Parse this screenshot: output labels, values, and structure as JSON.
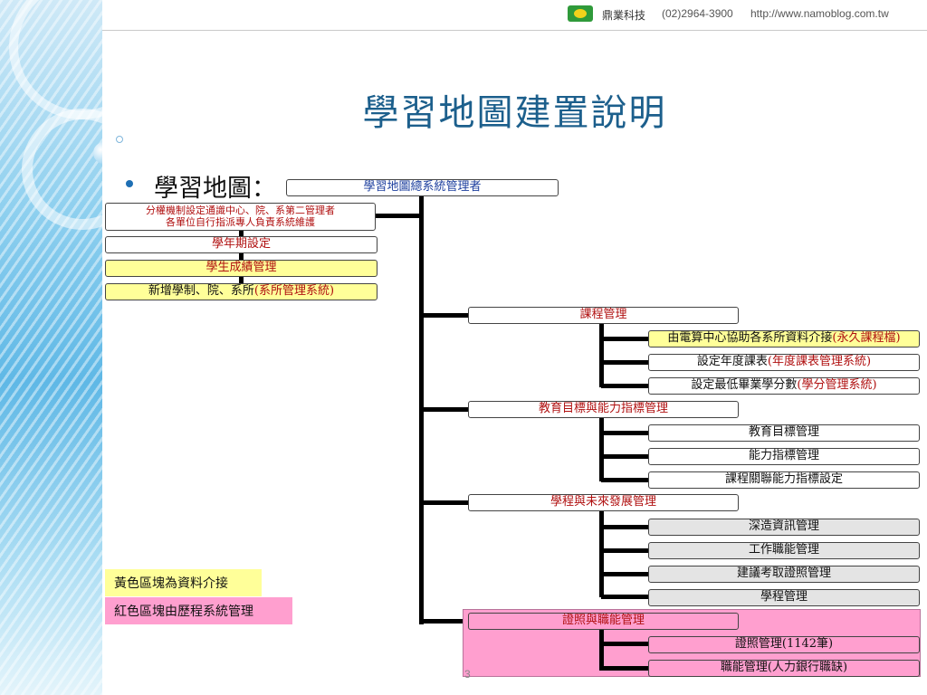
{
  "header": {
    "company": "鼎業科技",
    "phone": "(02)2964-3900",
    "url": "http://www.namoblog.com.tw"
  },
  "slide": {
    "title": "學習地圖建置說明",
    "bullet": "學習地圖："
  },
  "org": {
    "top": "學習地圖總系統管理者",
    "left": [
      {
        "line1": "分權機制設定通識中心、院、系第二管理者",
        "line2": "各單位自行指派專人負責系統維護"
      },
      {
        "label": "學年期設定"
      },
      {
        "label": "學生成績管理"
      },
      {
        "prefix": "新增學制、院、系所",
        "suffix": "(系所管理系統)"
      }
    ],
    "branches": [
      {
        "label": "課程管理",
        "children": [
          {
            "prefix": "由電算中心協助各系所資料介接",
            "suffix": "(永久課程檔)"
          },
          {
            "prefix": "設定年度課表",
            "suffix": "(年度課表管理系統)"
          },
          {
            "prefix": "設定最低畢業學分數",
            "suffix": "(學分管理系統)"
          }
        ]
      },
      {
        "label": "教育目標與能力指標管理",
        "children": [
          {
            "label": "教育目標管理"
          },
          {
            "label": "能力指標管理"
          },
          {
            "label": "課程關聯能力指標設定"
          }
        ]
      },
      {
        "label": "學程與未來發展管理",
        "children": [
          {
            "label": "深造資訊管理"
          },
          {
            "label": "工作職能管理"
          },
          {
            "label": "建議考取證照管理"
          },
          {
            "label": "學程管理"
          }
        ]
      },
      {
        "label": "證照與職能管理",
        "children": [
          {
            "label": "證照管理(1142筆)"
          },
          {
            "label": "職能管理(人力銀行職缺)"
          }
        ]
      }
    ]
  },
  "legend": {
    "yellow": "黃色區塊為資料介接",
    "pink": "紅色區塊由歷程系統管理"
  },
  "page_number": "3",
  "colors": {
    "title": "#1c5f8c",
    "yellow_block": "#ffff99",
    "pink_block": "#ff9fcf",
    "red_text": "#b01010",
    "gray_block": "#e4e4e4"
  }
}
